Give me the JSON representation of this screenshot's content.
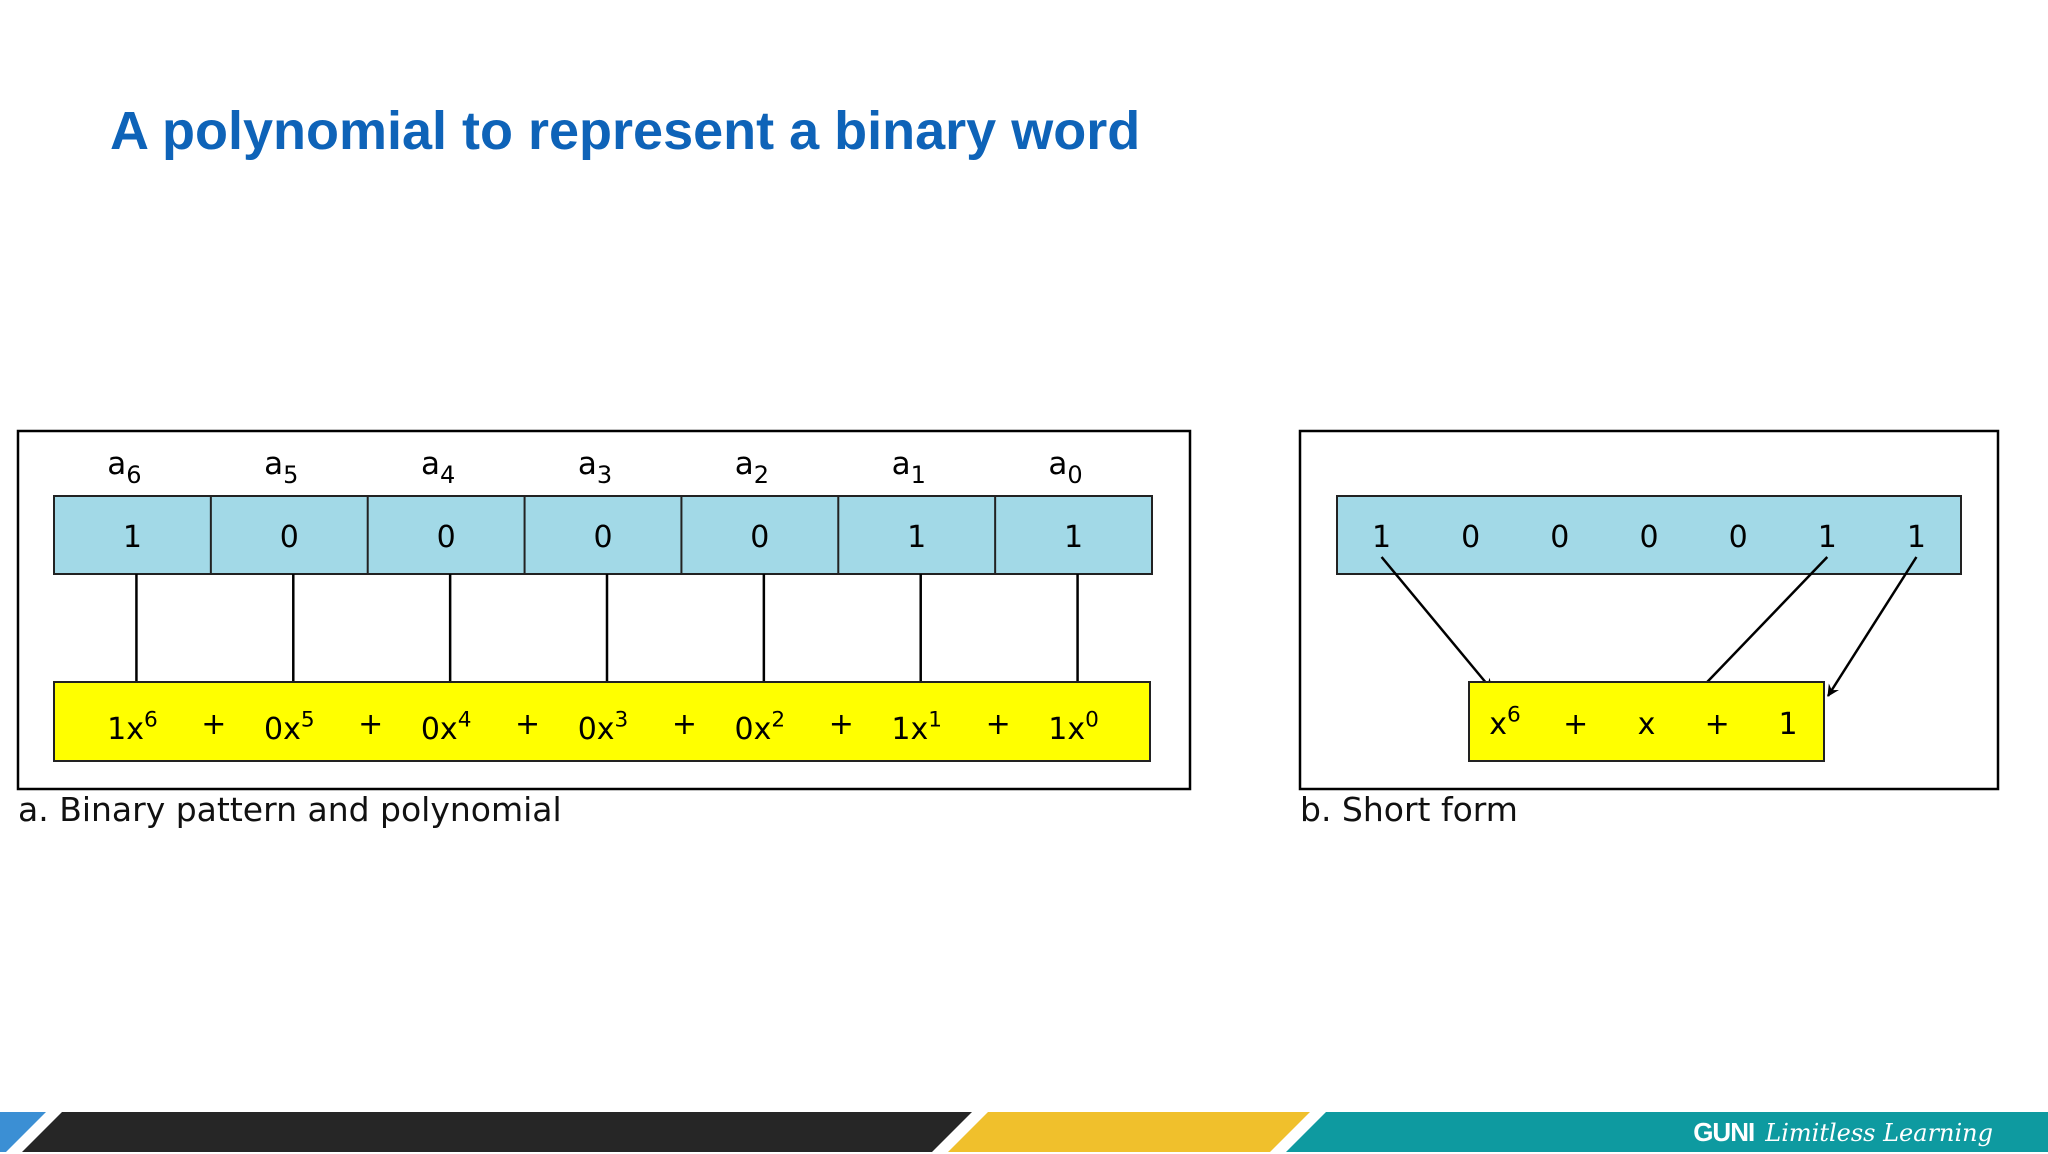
{
  "slide": {
    "title": "A polynomial to represent a binary word"
  },
  "figure_a": {
    "caption": "a. Binary pattern and polynomial",
    "coefficients": [
      {
        "base": "a",
        "sub": "6"
      },
      {
        "base": "a",
        "sub": "5"
      },
      {
        "base": "a",
        "sub": "4"
      },
      {
        "base": "a",
        "sub": "3"
      },
      {
        "base": "a",
        "sub": "2"
      },
      {
        "base": "a",
        "sub": "1"
      },
      {
        "base": "a",
        "sub": "0"
      }
    ],
    "bits": [
      "1",
      "0",
      "0",
      "0",
      "0",
      "1",
      "1"
    ],
    "terms": [
      {
        "coef": "1x",
        "exp": "6"
      },
      {
        "coef": "0x",
        "exp": "5"
      },
      {
        "coef": "0x",
        "exp": "4"
      },
      {
        "coef": "0x",
        "exp": "3"
      },
      {
        "coef": "0x",
        "exp": "2"
      },
      {
        "coef": "1x",
        "exp": "1"
      },
      {
        "coef": "1x",
        "exp": "0"
      }
    ],
    "operator": "+"
  },
  "figure_b": {
    "caption": "b. Short form",
    "bits": [
      "1",
      "0",
      "0",
      "0",
      "0",
      "1",
      "1"
    ],
    "terms": [
      {
        "coef": "x",
        "exp": "6"
      },
      {
        "coef": "x",
        "exp": ""
      },
      {
        "coef": "1",
        "exp": ""
      }
    ],
    "operator": "+",
    "arrows": [
      {
        "from_bit": 0,
        "to_term": 0
      },
      {
        "from_bit": 5,
        "to_term": 1
      },
      {
        "from_bit": 6,
        "to_term": 2
      }
    ]
  },
  "colors": {
    "title": "#0e63b8",
    "bit_fill": "#a2d9e7",
    "polynomial_fill": "#ffff00",
    "stroke": "#000000",
    "footer_blue": "#3b8fd4",
    "footer_dark": "#262626",
    "footer_yellow": "#f0c02c",
    "footer_teal": "#0e9aa0"
  },
  "footer": {
    "brand_name": "GUNI",
    "brand_tagline": "Limitless Learning"
  }
}
